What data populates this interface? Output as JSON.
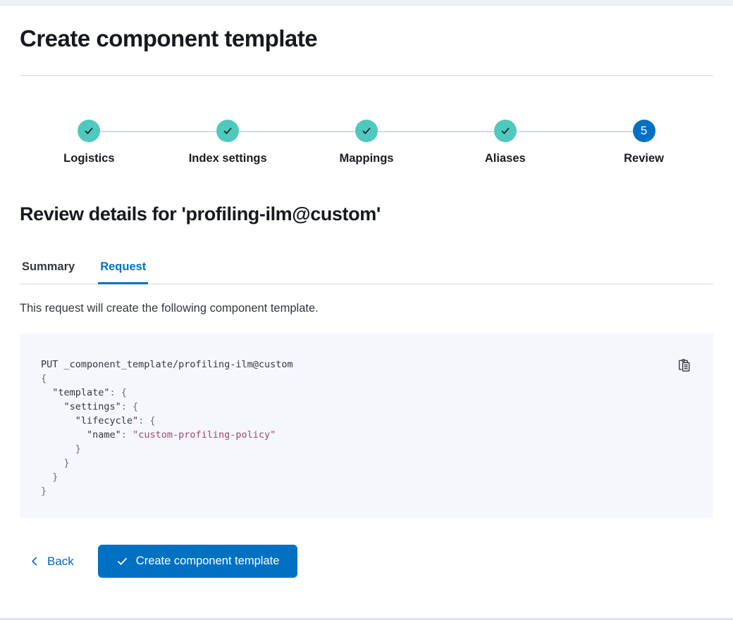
{
  "page": {
    "title": "Create component template"
  },
  "stepper": {
    "steps": [
      {
        "label": "Logistics",
        "status": "complete"
      },
      {
        "label": "Index settings",
        "status": "complete"
      },
      {
        "label": "Mappings",
        "status": "complete"
      },
      {
        "label": "Aliases",
        "status": "complete"
      },
      {
        "label": "Review",
        "status": "current",
        "number": "5"
      }
    ]
  },
  "review": {
    "heading": "Review details for 'profiling-ilm@custom'",
    "tabs": [
      {
        "label": "Summary",
        "selected": false
      },
      {
        "label": "Request",
        "selected": true
      }
    ],
    "description": "This request will create the following component template."
  },
  "code_block": {
    "copy_icon": "copy-clipboard-icon",
    "lines": [
      [
        [
          "t",
          "PUT _component_template/profiling-ilm@custom"
        ]
      ],
      [
        [
          "p",
          "{"
        ]
      ],
      [
        [
          "t",
          "  \"template\""
        ],
        [
          "p",
          ": {"
        ]
      ],
      [
        [
          "t",
          "    \"settings\""
        ],
        [
          "p",
          ": {"
        ]
      ],
      [
        [
          "t",
          "      \"lifecycle\""
        ],
        [
          "p",
          ": {"
        ]
      ],
      [
        [
          "t",
          "        \"name\""
        ],
        [
          "p",
          ": "
        ],
        [
          "s",
          "\"custom-profiling-policy\""
        ]
      ],
      [
        [
          "p",
          "      }"
        ]
      ],
      [
        [
          "p",
          "    }"
        ]
      ],
      [
        [
          "p",
          "  }"
        ]
      ],
      [
        [
          "p",
          "}"
        ]
      ]
    ]
  },
  "footer": {
    "back_label": "Back",
    "submit_label": "Create component template"
  },
  "colors": {
    "primary": "#0071c2",
    "link": "#0061c5",
    "success": "#4fc8bd",
    "divider": "#d3dae6",
    "code_bg": "#f5f7fd",
    "code_text": "#343741",
    "code_punct": "#69707d",
    "code_string": "#a04673"
  }
}
